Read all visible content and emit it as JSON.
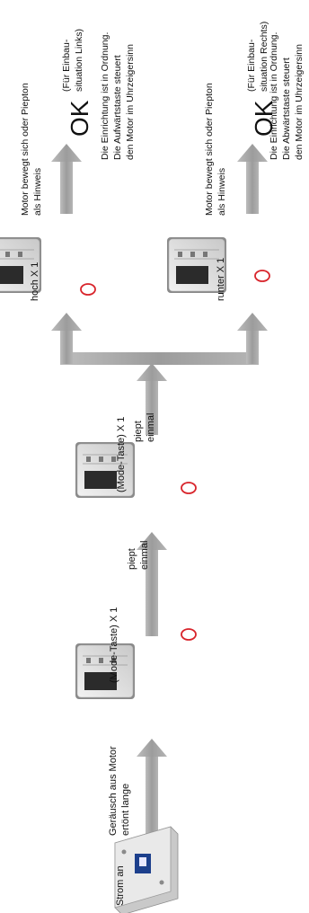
{
  "steps": {
    "power_on": "Strom an",
    "motor_noise_line1": "Geräusch aus Motor",
    "motor_noise_line2": "ertönt lange",
    "mode_press_1": "(Mode-Taste) X 1",
    "beep_1_line1": "piept",
    "beep_1_line2": "einmal",
    "mode_press_2": "(Mode-Taste) X 1",
    "beep_2_line1": "piept",
    "beep_2_line2": "einmal",
    "up_press": "hoch X 1",
    "down_press": "runter X 1"
  },
  "results": {
    "left": {
      "motor_line1": "Motor bewegt sich oder Piepton",
      "motor_line2": "als Hinweis",
      "ok": "OK",
      "situation_line1": "(Für Einbau-",
      "situation_line2": "situation Links)",
      "desc_line1": "Die Einrichtung ist in Ordnung.",
      "desc_line2": "Die Aufwärtstaste steuert",
      "desc_line3": "den Motor im Uhrzeigersinn"
    },
    "right": {
      "motor_line1": "Motor bewegt sich oder Piepton",
      "motor_line2": "als Hinweis",
      "ok": "OK",
      "situation_line1": "(Für Einbau-",
      "situation_line2": "situation Rechts)",
      "desc_line1": "Die Einrichtung ist in Ordnung.",
      "desc_line2": "Die Abwärtstaste steuert",
      "desc_line3": "den Motor im Uhrzeigersinn"
    }
  },
  "colors": {
    "arrow": "#a3a3a3",
    "highlight_circle": "#d8232a",
    "device_face": "#dcdcdc",
    "device_screen": "#2b2b2b"
  }
}
